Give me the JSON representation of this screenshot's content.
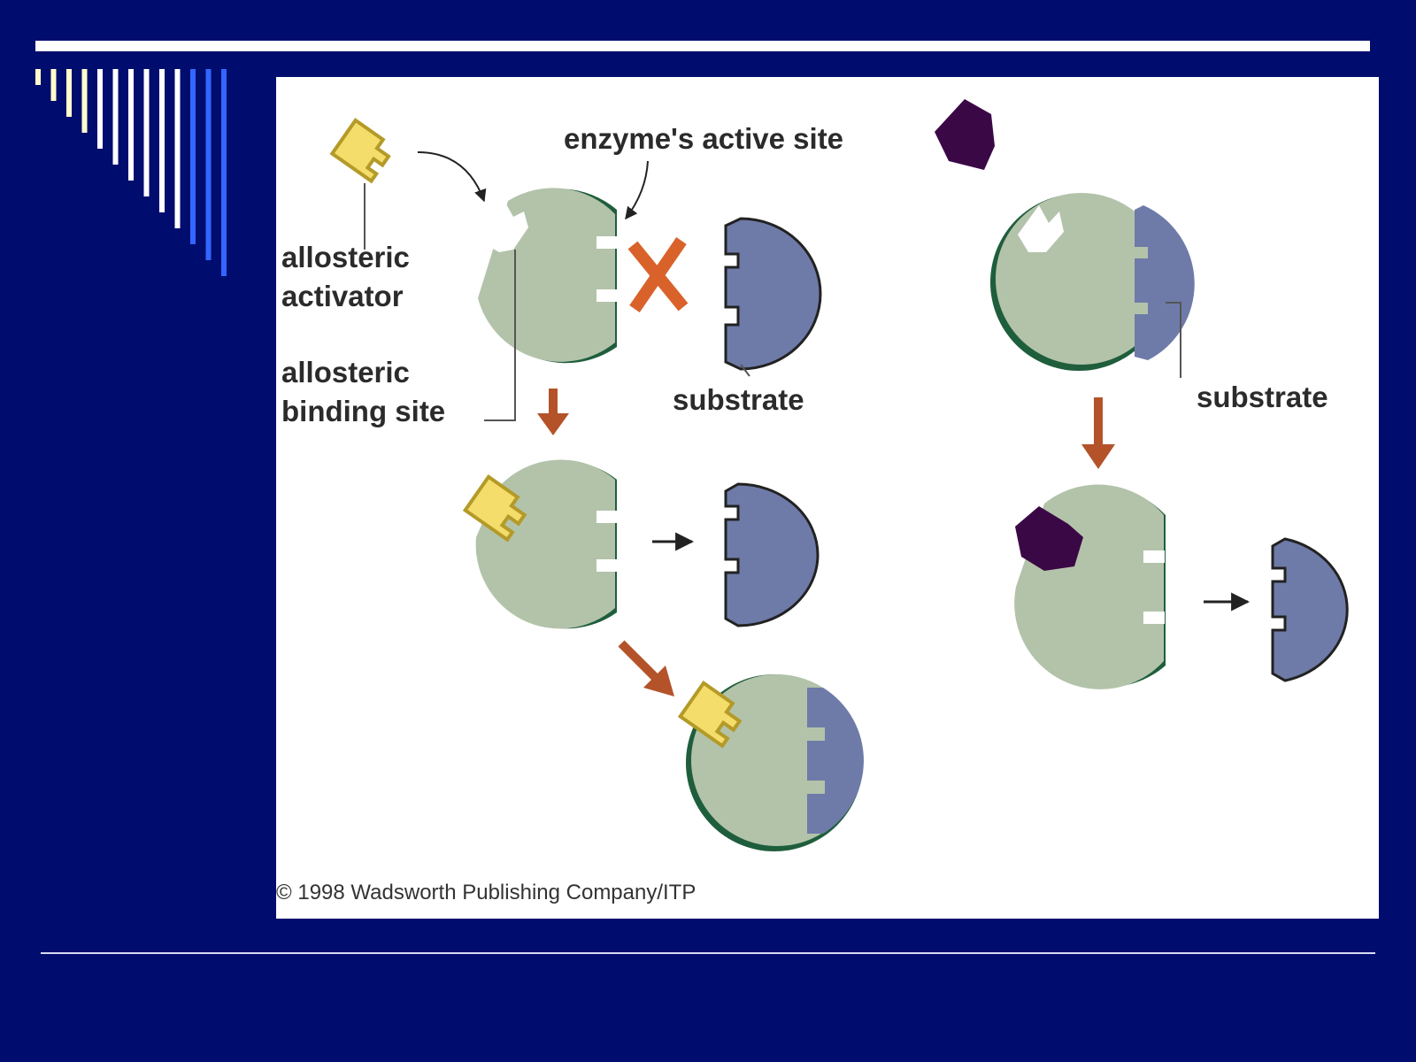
{
  "slide": {
    "background": "#000c6e",
    "rule_color": "#ffffff",
    "deco_bar_colors": [
      "#ffffcc",
      "#ffffff",
      "#3366ff"
    ]
  },
  "figure": {
    "labels": {
      "enzyme_active_site": "enzyme's active site",
      "allosteric_activator_line1": "allosteric",
      "allosteric_activator_line2": "activator",
      "allosteric_binding_site_line1": "allosteric",
      "allosteric_binding_site_line2": "binding site",
      "substrate_left": "substrate",
      "substrate_right": "substrate"
    },
    "copyright": "© 1998 Wadsworth Publishing Company/ITP",
    "colors": {
      "enzyme": "#b3c3aa",
      "enzyme_rim": "#1f5e3c",
      "substrate": "#6e7ba8",
      "activator": "#f4dd6a",
      "activator_outline": "#b49a28",
      "inhibitor": "#3b0846",
      "arrow": "#b4532a",
      "block_x": "#d9622b"
    }
  }
}
